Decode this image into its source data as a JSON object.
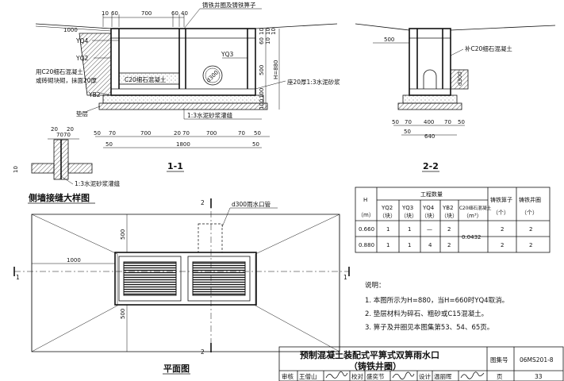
{
  "section11": {
    "caption": "1-1",
    "top_dims": [
      "10",
      "60",
      "700",
      "60",
      "40"
    ],
    "grate_label": "铸铁井圈及铸铁箅子",
    "dim_1000": "1000",
    "yq4": "YQ4",
    "yq2": "YQ2",
    "yq3": "YQ3",
    "infill_label_1": "用C20细石混凝土",
    "infill_label_2": "或砖砌块砌，抹面20厚",
    "c20_label": "C20细石混凝土",
    "pipe_label": "d300",
    "yb2": "YB2",
    "mortar_bed": "座20厚1:3水泥砂浆",
    "mortar_joint": "1:3水泥砂浆灌缝",
    "cushion": "垫层",
    "right_dims": [
      "10",
      "60",
      "10",
      "10",
      "10",
      "500",
      "H=880",
      "100",
      "100"
    ],
    "bottom_dims": [
      "50",
      "70",
      "700",
      "20",
      "70",
      "700",
      "70",
      "50"
    ],
    "total_width": "1800",
    "sub_dim_50": "50"
  },
  "section22": {
    "caption": "2-2",
    "dim_500": "500",
    "infill_label": "补C20细石混凝土",
    "pipe_label": "d300",
    "bottom_dims": [
      "50",
      "70",
      "400",
      "70",
      "50"
    ],
    "total_width": "640",
    "sub_dim_50": "50"
  },
  "joint_detail": {
    "title": "侧墙接缝大样图",
    "dims": [
      "20",
      "70",
      "70",
      "20"
    ],
    "left_dim": "10",
    "mortar": "1:3水泥砂浆灌缝"
  },
  "plan": {
    "title": "平面图",
    "cut_label_top": "2",
    "cut_label_bottom": "2",
    "cut_label_left": "1",
    "cut_label_right": "1",
    "pipe_label": "d300雨水口管",
    "dim_500_top": "500",
    "dim_1000": "1000",
    "dim_500_bottom": "500"
  },
  "quantity_table": {
    "group_header": "工程数量",
    "col_h": "H",
    "col_h_unit": "（m）",
    "columns": [
      {
        "name": "YQ2",
        "unit": "（块）"
      },
      {
        "name": "YQ3",
        "unit": "（块）"
      },
      {
        "name": "YQ4",
        "unit": "（块）"
      },
      {
        "name": "YB2",
        "unit": "（块）"
      },
      {
        "name": "C20细石混凝土",
        "unit": "（m³）"
      }
    ],
    "col_grate": "铸铁箅子",
    "col_grate_unit": "（个）",
    "col_ring": "铸铁井圈",
    "col_ring_unit": "（个）",
    "rows": [
      {
        "h": "0.660",
        "yq2": "1",
        "yq3": "1",
        "yq4": "—",
        "yb2": "2",
        "grate": "2",
        "ring": "2"
      },
      {
        "h": "0.880",
        "yq2": "1",
        "yq3": "1",
        "yq4": "4",
        "yb2": "2",
        "grate": "2",
        "ring": "2"
      }
    ],
    "c20_merged": "0.0432"
  },
  "notes": {
    "heading": "说明：",
    "items": [
      "1. 本图所示为H=880，当H=660时YQ4取消。",
      "2. 垫层材料为碎石、粗砂或C15混凝土。",
      "3. 箅子及井圈见本图集第53、54、65页。"
    ]
  },
  "title_block": {
    "title_line1": "预制混凝土装配式平箅式双箅雨水口",
    "title_line2": "（铸铁井圈）",
    "atlas_label": "图集号",
    "atlas_no": "06MS201-8",
    "page_label": "页",
    "page_no": "33",
    "review_label": "审核",
    "reviewer": "王僧山",
    "check_label": "校对",
    "checker": "盛奕节",
    "design_label": "设计",
    "designer": "温丽晖"
  }
}
